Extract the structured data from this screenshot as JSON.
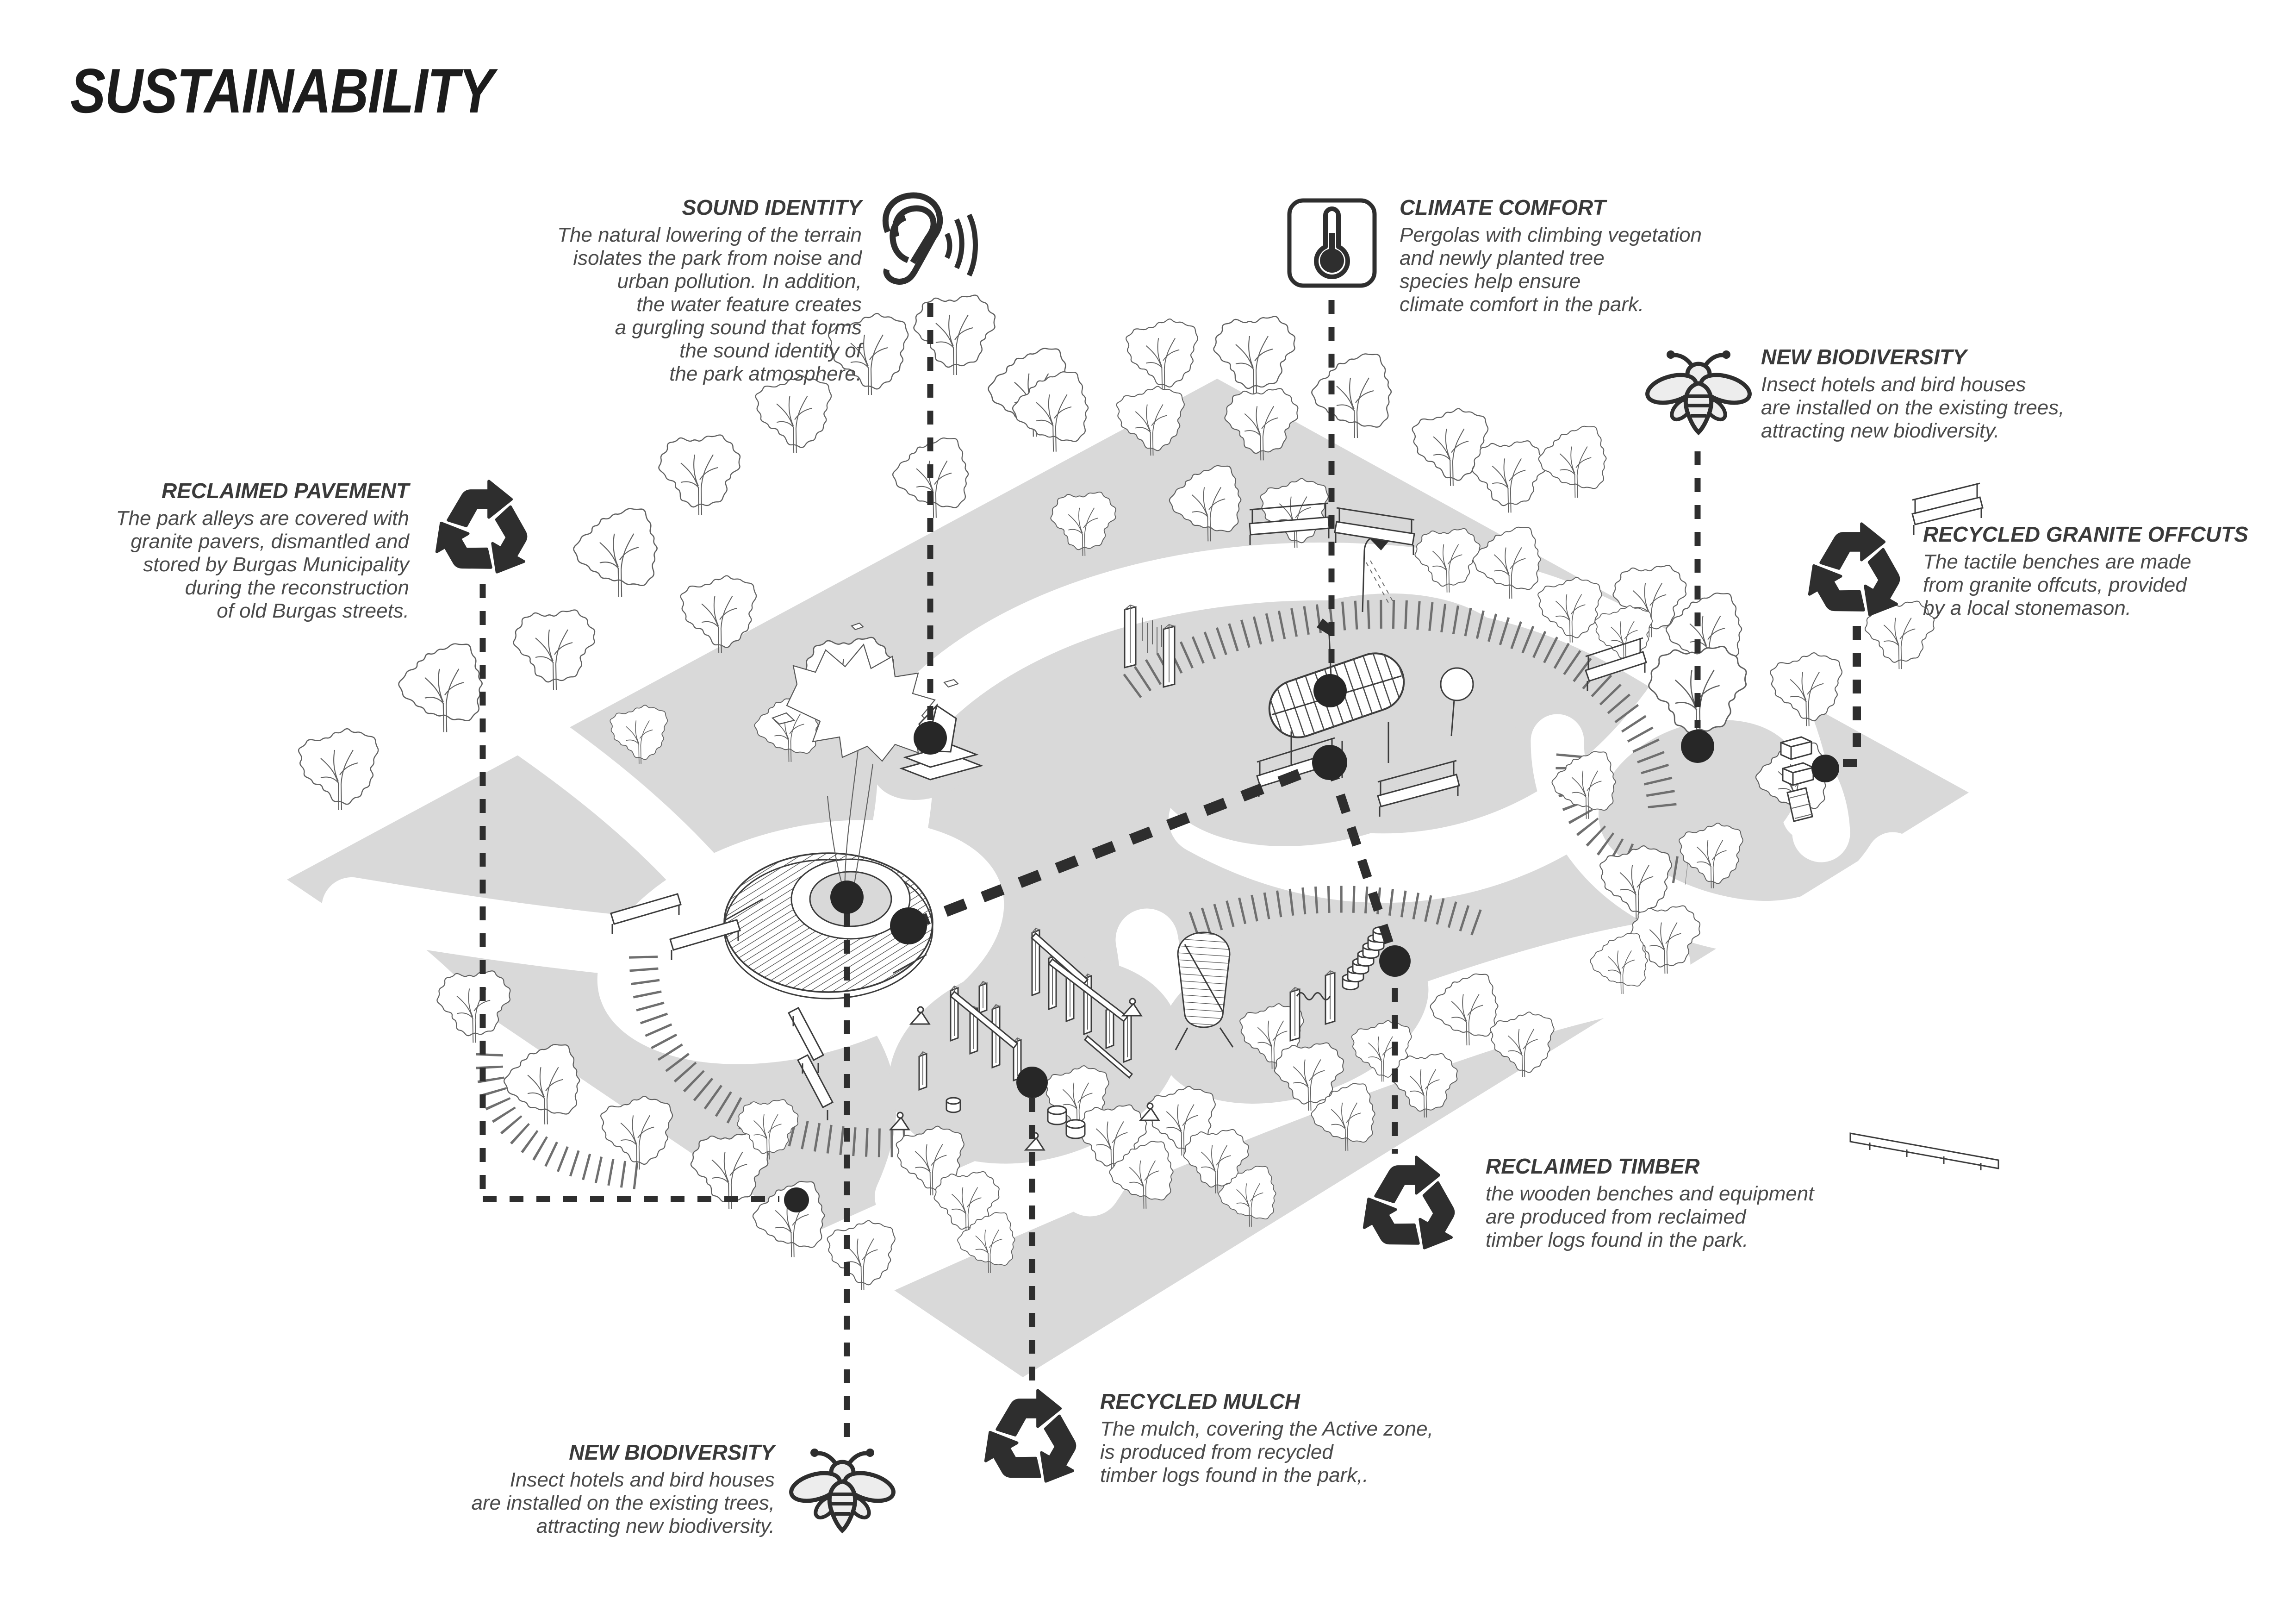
{
  "page": {
    "title": "SUSTAINABILITY"
  },
  "colors": {
    "map_grey": "#d9d9d9",
    "ink": "#2e2e2e",
    "title_text": "#3a3a3a",
    "body_text": "#4a4a4a",
    "dot": "#272727"
  },
  "annotations": {
    "sound_identity": {
      "title": "SOUND IDENTITY",
      "icon": "ear-icon",
      "body": "The natural lowering of the terrain\nisolates the park from noise and\nurban pollution. In addition,\nthe water feature creates\na gurgling sound that forms\nthe sound identity of\nthe park atmosphere."
    },
    "climate_comfort": {
      "title": "CLIMATE COMFORT",
      "icon": "thermometer-icon",
      "body": "Pergolas with climbing vegetation\nand newly planted tree\nspecies help ensure\nclimate comfort in the park."
    },
    "new_biodiversity_right": {
      "title": "NEW BIODIVERSITY",
      "icon": "bee-icon",
      "body": "Insect hotels and bird houses\nare installed on the existing trees,\nattracting new biodiversity."
    },
    "reclaimed_pavement": {
      "title": "RECLAIMED PAVEMENT",
      "icon": "recycle-icon",
      "body": "The park alleys are covered with\ngranite pavers, dismantled and\nstored by Burgas Municipality\nduring the reconstruction\nof old Burgas streets."
    },
    "recycled_granite_offcuts": {
      "title": "RECYCLED GRANITE OFFCUTS",
      "icon": "recycle-icon",
      "body": "The tactile benches are made\nfrom granite offcuts, provided\nby a local stonemason."
    },
    "reclaimed_timber": {
      "title": "RECLAIMED TIMBER",
      "icon": "recycle-icon",
      "body": "the wooden benches and equipment\nare produced from reclaimed\ntimber logs found in the park."
    },
    "recycled_mulch": {
      "title": "RECYCLED MULCH",
      "icon": "recycle-icon",
      "body": "The mulch, covering the Active zone,\nis produced from  recycled\ntimber logs found in the park,."
    },
    "new_biodiversity_left": {
      "title": "NEW BIODIVERSITY",
      "icon": "bee-icon",
      "body": "Insect hotels and bird houses\nare installed on the existing trees,\nattracting new biodiversity."
    }
  }
}
